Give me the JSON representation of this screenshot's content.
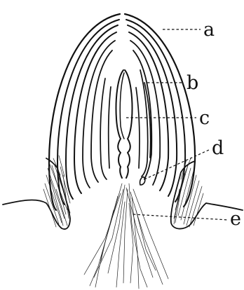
{
  "figure": {
    "labels": {
      "a": "a",
      "b": "b",
      "c": "c",
      "d": "d",
      "e": "e"
    }
  },
  "colors": {
    "ink": "#111111",
    "background": "#ffffff"
  }
}
